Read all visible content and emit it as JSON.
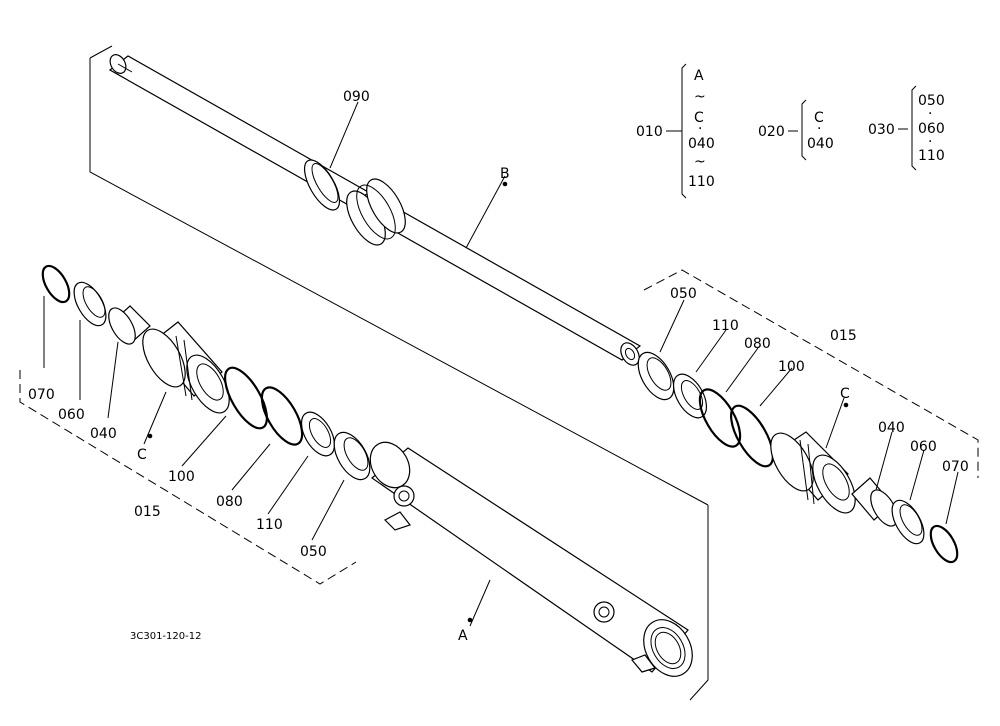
{
  "drawing_code": "3C301-120-12",
  "labels": {
    "l090": "090",
    "lB": "B",
    "lA": "A",
    "left_070": "070",
    "left_060": "060",
    "left_040": "040",
    "left_C": "C",
    "left_100": "100",
    "left_080": "080",
    "left_110": "110",
    "left_050": "050",
    "left_015": "015",
    "right_050": "050",
    "right_110": "110",
    "right_080": "080",
    "right_100": "100",
    "right_015": "015",
    "right_C": "C",
    "right_040": "040",
    "right_060": "060",
    "right_070": "070"
  },
  "groups": {
    "g010": {
      "code": "010",
      "items": [
        "A",
        "~",
        "C",
        "·",
        "040",
        "~",
        "110"
      ]
    },
    "g020": {
      "code": "020",
      "items": [
        "C",
        "·",
        "040"
      ]
    },
    "g030": {
      "code": "030",
      "items": [
        "050",
        "·",
        "060",
        "·",
        "110"
      ]
    }
  }
}
